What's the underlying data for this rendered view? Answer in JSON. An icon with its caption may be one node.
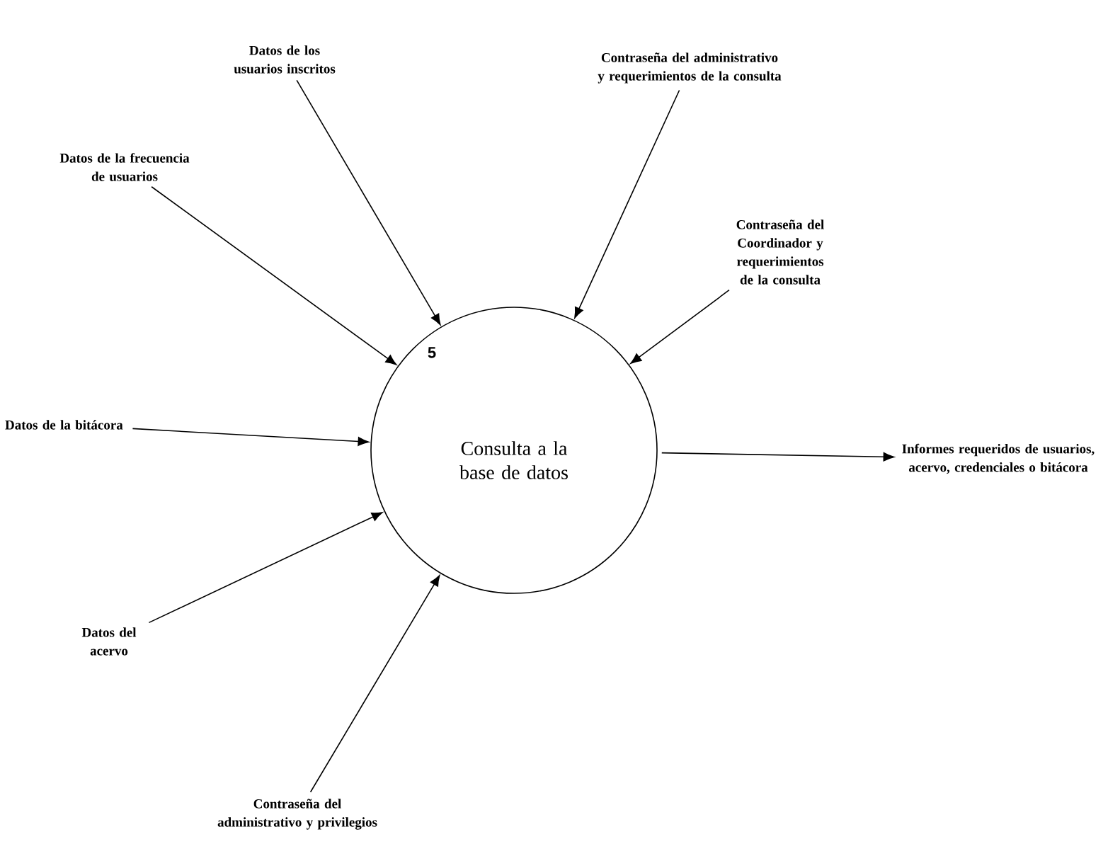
{
  "diagram": {
    "nodes": [
      {
        "text": [
          "5",
          "Consulta a la base de datos"
        ]
      },
      {
        "text": [
          "Datos de los usuarios inscritos"
        ]
      },
      {
        "text": [
          "Contraseña del administrativo y requerimientos de la consulta"
        ]
      },
      {
        "text": [
          "Datos de la frecuencia de usuarios"
        ]
      },
      {
        "text": [
          "Contraseña del Coordinador y requerimientos de la consulta"
        ]
      },
      {
        "text": [
          "Datos de la bitácora"
        ]
      },
      {
        "text": [
          "Datos del acervo"
        ]
      },
      {
        "text": [
          "Contraseña del administrativo y privilegios"
        ]
      },
      {
        "text": [
          "Informes requeridos de usuarios, acervo, credenciales o bitácora"
        ]
      }
    ],
    "edges": [
      {
        "from": 1,
        "to": 0,
        "arrow": "to"
      },
      {
        "from": 2,
        "to": 0,
        "arrow": "to"
      },
      {
        "from": 3,
        "to": 0,
        "arrow": "to"
      },
      {
        "from": 4,
        "to": 0,
        "arrow": "to"
      },
      {
        "from": 5,
        "to": 0,
        "arrow": "to"
      },
      {
        "from": 6,
        "to": 0,
        "arrow": "to"
      },
      {
        "from": 7,
        "to": 0,
        "arrow": "to"
      },
      {
        "from": 0,
        "to": 8,
        "arrow": "to"
      }
    ]
  }
}
